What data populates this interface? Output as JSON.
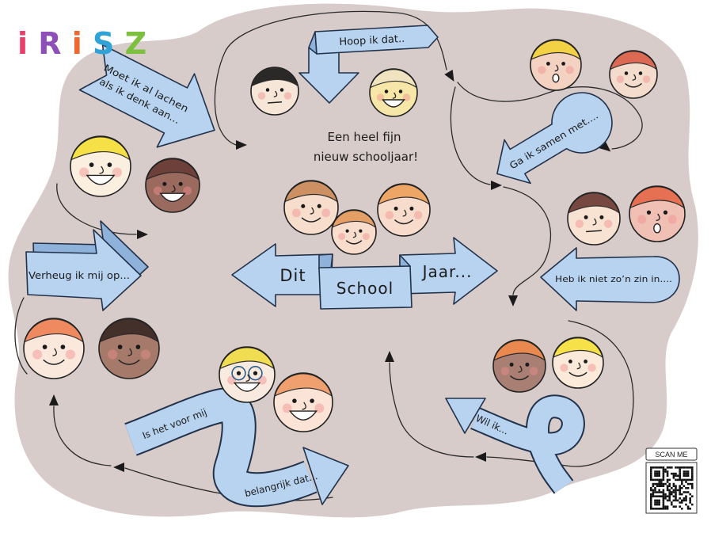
{
  "logo": {
    "letters": [
      {
        "char": "i",
        "color": "#e8406b"
      },
      {
        "char": "R",
        "color": "#8e4fb8"
      },
      {
        "char": "i",
        "color": "#f0682f"
      },
      {
        "char": "S",
        "color": "#2fa3d8"
      },
      {
        "char": "Z",
        "color": "#7dbf3f"
      }
    ]
  },
  "colors": {
    "background": "#ffffff",
    "blob": "#d8cccb",
    "arrow_fill": "#b7d3ef",
    "arrow_shade": "#8fb2da",
    "outline": "#22324a"
  },
  "labels": {
    "hoop": "Hoop ik dat..",
    "lachen_line1": "Moet ik al lachen",
    "lachen_line2": "als ik denk aan...",
    "title_line1": "Een heel fijn",
    "title_line2": "nieuw schooljaar!",
    "samen": "Ga ik samen met....",
    "dit": "Dit",
    "school": "School",
    "jaar": "Jaar...",
    "verheug": "Verheug ik mij op...",
    "zin": "Heb ik niet zo’n zin in....",
    "wil": "Wil ik...",
    "belangrijk_line1": "Is het voor mij",
    "belangrijk_line2": "belangrijk dat..."
  },
  "qr": {
    "label": "SCAN ME",
    "icon": "qr-code-icon"
  }
}
